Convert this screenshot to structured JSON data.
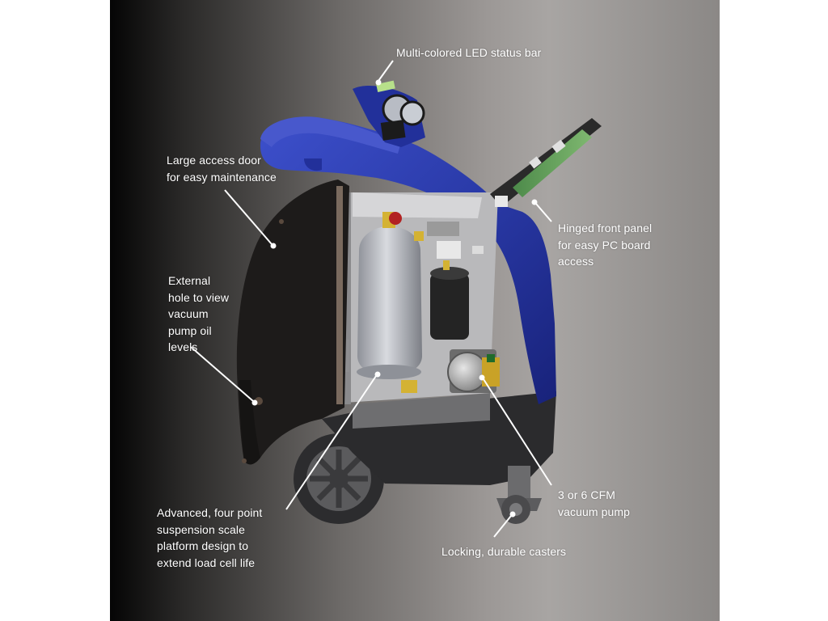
{
  "callouts": {
    "led_status_bar": "Multi-colored LED status bar",
    "access_door": "Large access door\nfor easy maintenance",
    "hinged_panel": "Hinged front panel\nfor easy PC board\naccess",
    "external_hole": "External\nhole to view\nvacuum\npump oil\nlevels",
    "vacuum_pump": "3 or 6 CFM\nvacuum pump",
    "suspension_scale": "Advanced, four point\nsuspension scale\nplatform design to\nextend load cell life",
    "casters": "Locking, durable casters"
  },
  "colors": {
    "body_blue": "#2a3aa8",
    "door_dark": "#1d1b1a",
    "base_dark": "#2b2b2d",
    "callout_text": "#ffffff"
  }
}
